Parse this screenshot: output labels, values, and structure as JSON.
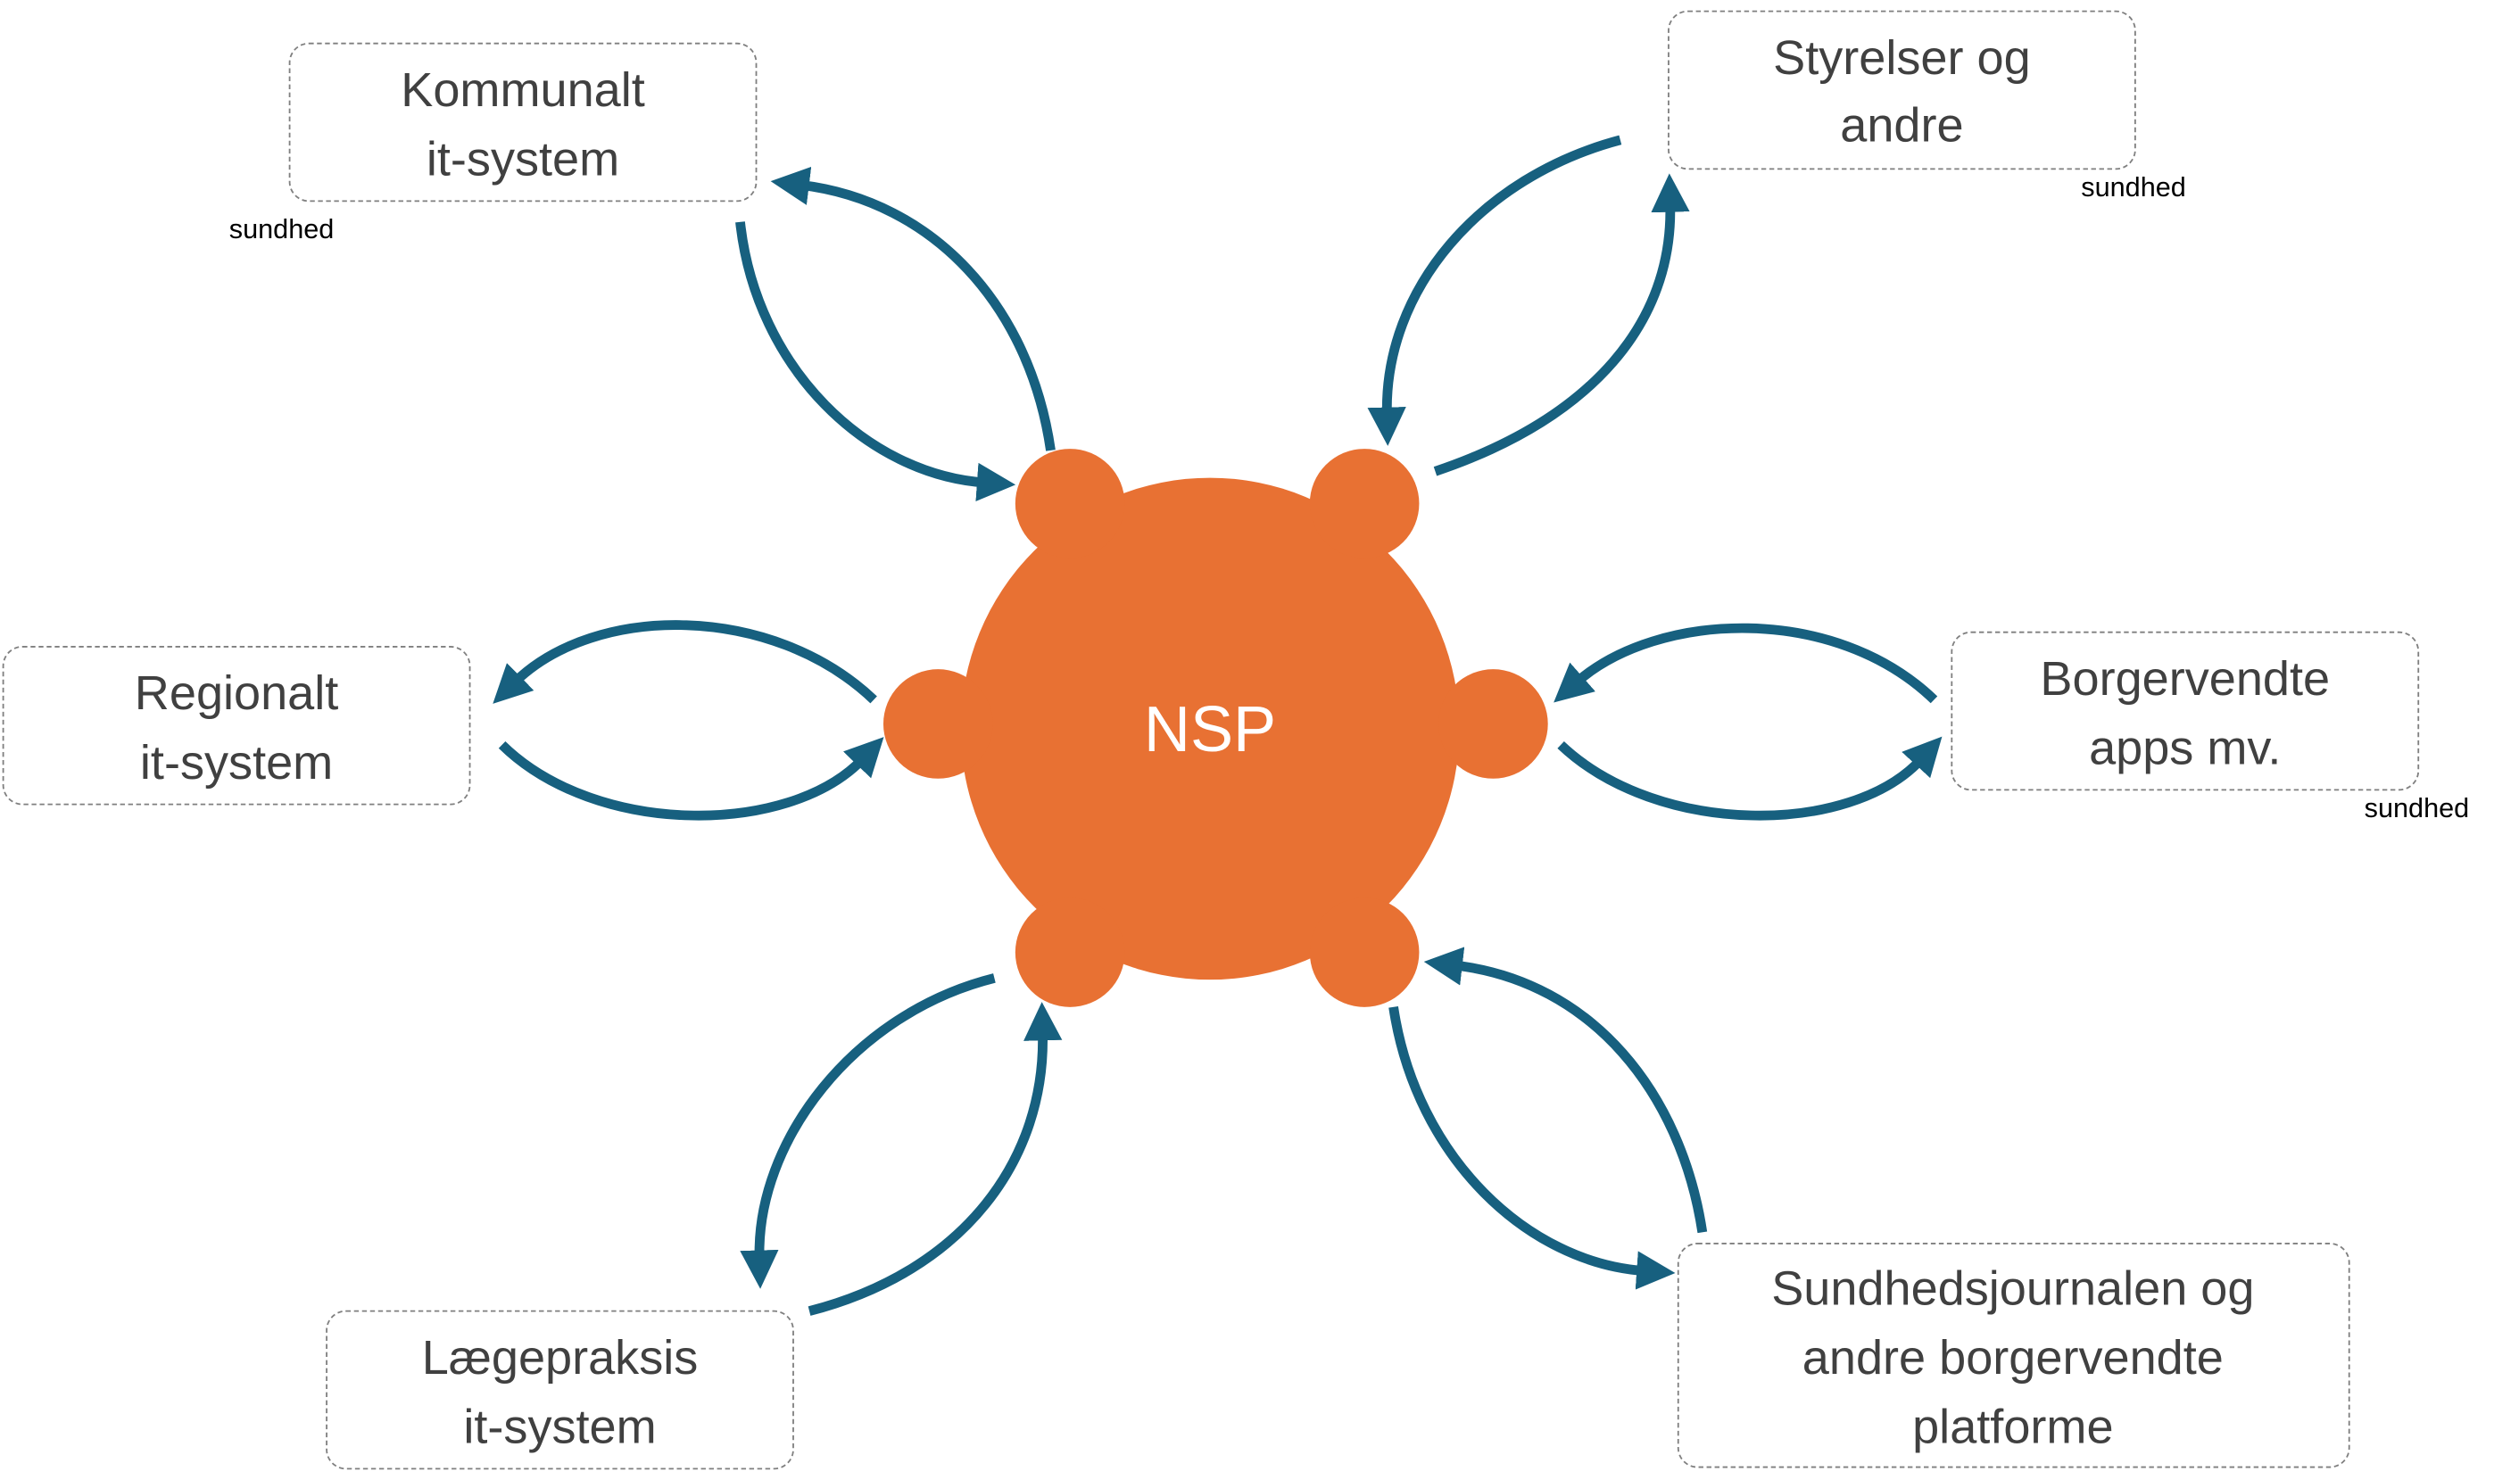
{
  "center": {
    "label": "NSP",
    "color": "#E87133"
  },
  "arrow_color": "#17607F",
  "nodes": {
    "kommunalt": {
      "lines": [
        "Kommunalt",
        "it-system"
      ],
      "note": "sundhed"
    },
    "styrelser": {
      "lines": [
        "Styrelser og",
        "andre"
      ],
      "note": "sundhed"
    },
    "regionalt": {
      "lines": [
        "Regionalt",
        "it-system"
      ]
    },
    "borgervendte": {
      "lines": [
        "Borgervendte",
        "apps mv."
      ],
      "note": "sundhed"
    },
    "laegepraksis": {
      "lines": [
        "Lægepraksis",
        "it-system"
      ]
    },
    "sundhedsjournalen": {
      "lines": [
        "Sundhedsjournalen og",
        "andre borgervendte",
        "platforme"
      ]
    }
  }
}
